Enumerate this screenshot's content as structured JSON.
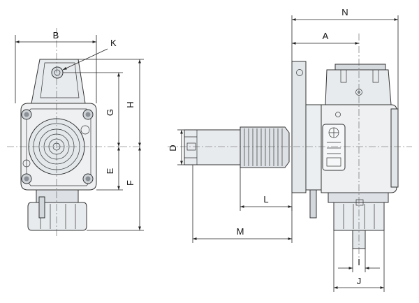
{
  "diagram": {
    "colors": {
      "body_fill": "#eef0f2",
      "shade_fill": "#dde1e5",
      "dark_fill": "#c9cdd2",
      "line": "#222222"
    },
    "front_view": {
      "labels": {
        "width": "B",
        "screw": "K",
        "upper_height": "G",
        "total_height": "H",
        "lower_height": "E",
        "lower_total": "F"
      }
    },
    "side_view": {
      "labels": {
        "overall_length": "N",
        "flange_to_center": "A",
        "shank_diameter": "D",
        "thread_length": "L",
        "shank_length": "M",
        "tool_diameter": "I",
        "collet_diameter": "J"
      }
    }
  }
}
